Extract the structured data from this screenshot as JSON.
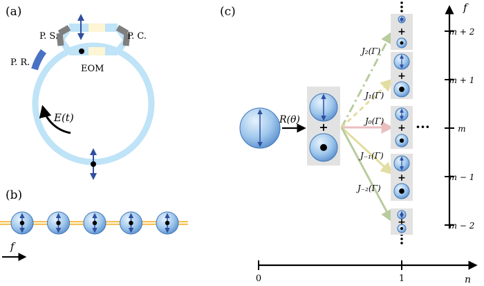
{
  "panels": {
    "a": "(a)",
    "b": "(b)",
    "c": "(c)"
  },
  "panel_a": {
    "ps": "P. S.",
    "pc": "P. C.",
    "pr": "P. R.",
    "eom": "EOM",
    "field": "E(t)"
  },
  "panel_b": {
    "axis_label": "f",
    "sphere_count": 5
  },
  "panel_c": {
    "rotation": "R(θ)",
    "bessel_labels": [
      "J₂(Γ)",
      "J₁(Γ)",
      "J₀(Γ)",
      "J₋₁(Γ)",
      "J₋₂(Γ)"
    ],
    "plus": "+",
    "right_dots": "···",
    "f_axis_label": "f",
    "f_ticks": [
      "m + 2",
      "m + 1",
      "m",
      "m − 1",
      "m − 2"
    ],
    "n_axis_label": "n",
    "n_ticks": [
      "0",
      "1"
    ]
  },
  "colors": {
    "ring": "#bfe3f7",
    "gray": "#7f7f7f",
    "blue_dark": "#2f4fa0",
    "pr_blue": "#4a72c4",
    "beige": "#fdf5d4",
    "orange": "#f5c05a",
    "cell": "#e2e2e2",
    "green": "#b8cc9e",
    "pink": "#e9bfc0",
    "tan": "#e2dda0"
  }
}
